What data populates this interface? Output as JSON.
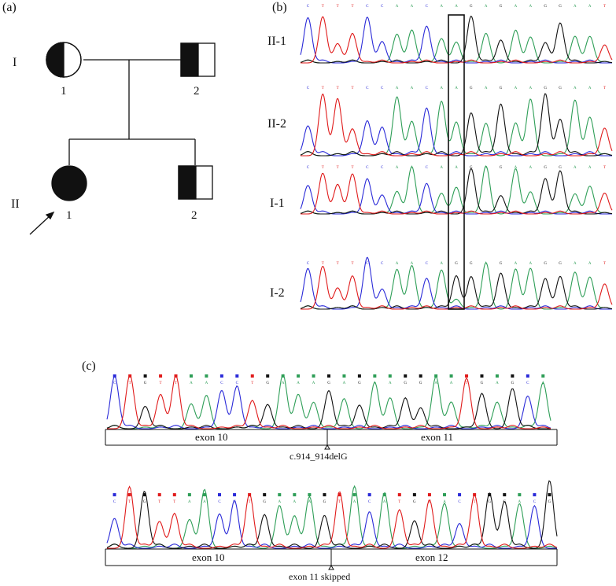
{
  "colors": {
    "A": "#2e9e57",
    "C": "#2a2ad8",
    "G": "#111111",
    "T": "#e01b1b",
    "line": "#111111"
  },
  "panels": {
    "a": "(a)",
    "b": "(b)",
    "c": "(c)"
  },
  "pedigree": {
    "generations": [
      "I",
      "II"
    ],
    "individuals": [
      {
        "id": "I-1",
        "label": "1",
        "sex": "female",
        "status": "carrier"
      },
      {
        "id": "I-2",
        "label": "2",
        "sex": "male",
        "status": "carrier"
      },
      {
        "id": "II-1",
        "label": "1",
        "sex": "female",
        "status": "affected",
        "proband": true
      },
      {
        "id": "II-2",
        "label": "2",
        "sex": "male",
        "status": "carrier"
      }
    ]
  },
  "sanger": {
    "tracks": [
      {
        "label": "II-1",
        "sequence": "CTTTCCAACAAGAGAAGGAAT",
        "peak_bases": "CTTTCCAACAAGAGAAGGAAT",
        "noise": 0.0
      },
      {
        "label": "II-2",
        "sequence": "CTTTCCAACAAGAGAAGGAAT",
        "peak_bases": "CTTTCCAACAAGAGAAGGAAT",
        "noise": 0.55
      },
      {
        "label": "I-1",
        "sequence": "CTTTCCAACAAGAGAAGGAAT",
        "peak_bases": "CTTTCCAACAAGAGAAGGAAT",
        "noise": 0.55
      },
      {
        "label": "I-2",
        "sequence": "CTTTCCAACAGGAGAAGGAAT",
        "peak_bases": "CTTTCCAACAGGAGAAGGAAT",
        "noise": 0.55
      }
    ],
    "highlighted_index": 10
  },
  "cdna": {
    "tracks": [
      {
        "sequence": "CTGTTAACCTGAAAGAGAAGGAATGAGCA",
        "peak_bases": "CTGTTAACCTGAAAGAGAAGGAATGAGCA",
        "exons": [
          "exon 10",
          "exon 11"
        ],
        "junction_fraction": 0.49,
        "annotation": "c.914_914delG"
      },
      {
        "sequence": "CTGTTAACCTGAAAGTACATGTACTGGACG",
        "peak_bases": "CTGTTAACCTGAAAGTACATGTACTGGACG",
        "exons": [
          "exon 10",
          "exon 12"
        ],
        "junction_fraction": 0.5,
        "annotation": "exon 11 skipped"
      }
    ]
  }
}
